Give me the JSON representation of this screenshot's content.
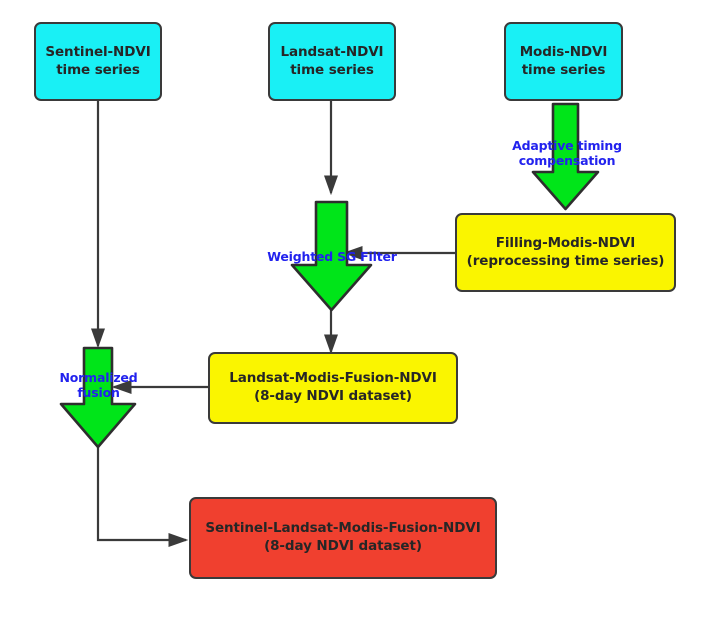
{
  "diagram": {
    "title": "NDVI time-series fusion workflow",
    "background_color": "#ffffff",
    "colors": {
      "source_box": "#19F0F5",
      "intermediate_box": "#FAF500",
      "output_box": "#F0402F",
      "process_arrow": "#00E519",
      "connector": "#3a3a3a",
      "label_text": "#2222EE",
      "box_text": "#262626"
    },
    "nodes": [
      {
        "id": "sentinel-ndvi",
        "lines": [
          "Sentinel-NDVI",
          "time series"
        ],
        "text": "Sentinel-NDVI\ntime series",
        "color": "#19F0F5",
        "type": "source"
      },
      {
        "id": "landsat-ndvi",
        "lines": [
          "Landsat-NDVI",
          "time series"
        ],
        "text": "Landsat-NDVI\ntime series",
        "color": "#19F0F5",
        "type": "source"
      },
      {
        "id": "modis-ndvi",
        "lines": [
          "Modis-NDVI",
          "time series"
        ],
        "text": "Modis-NDVI\ntime series",
        "color": "#19F0F5",
        "type": "source"
      },
      {
        "id": "filling-modis-ndvi",
        "lines": [
          "Filling-Modis-NDVI",
          "(reprocessing time series)"
        ],
        "text": "Filling-Modis-NDVI\n(reprocessing time series)",
        "color": "#FAF500",
        "type": "intermediate"
      },
      {
        "id": "landsat-modis-fusion-ndvi",
        "lines": [
          "Landsat-Modis-Fusion-NDVI",
          "(8-day NDVI dataset)"
        ],
        "text": "Landsat-Modis-Fusion-NDVI\n(8-day NDVI dataset)",
        "color": "#FAF500",
        "type": "intermediate"
      },
      {
        "id": "sentinel-landsat-modis-fusion-ndvi",
        "lines": [
          "Sentinel-Landsat-Modis-Fusion-NDVI",
          "(8-day NDVI dataset)"
        ],
        "text": "Sentinel-Landsat-Modis-Fusion-NDVI\n(8-day NDVI dataset)",
        "color": "#F0402F",
        "type": "output"
      }
    ],
    "process_labels": [
      {
        "id": "adaptive-timing-compensation",
        "text": "Adaptive timing\ncompensation"
      },
      {
        "id": "weighted-sg-filter",
        "text": "Weighted SG Filter"
      },
      {
        "id": "normalized-fusion",
        "text": "Normalized\nfusion"
      }
    ]
  }
}
